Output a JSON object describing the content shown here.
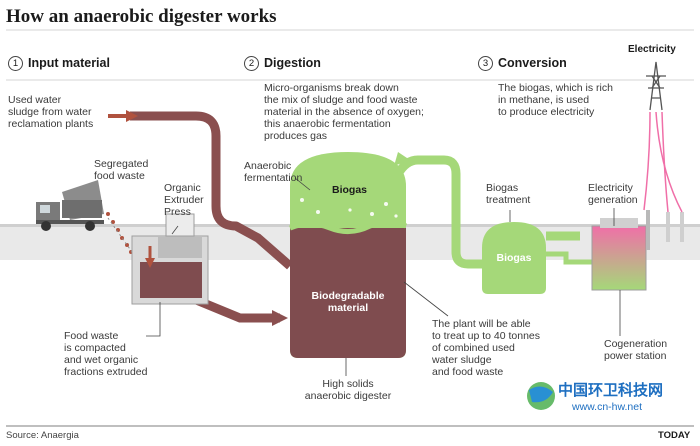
{
  "title": "How an anaerobic digester works",
  "sections": [
    {
      "num": "1",
      "heading": "Input material"
    },
    {
      "num": "2",
      "heading": "Digestion"
    },
    {
      "num": "3",
      "heading": "Conversion"
    }
  ],
  "labels": {
    "used_water": "Used water\nsludge from water\nreclamation plants",
    "segregated": "Segregated\nfood waste",
    "organic_press": "Organic\nExtruder\nPress",
    "food_waste_compacted": "Food waste\nis compacted\nand wet organic\nfractions extruded",
    "digestion_desc": "Micro-organisms break down\nthe mix of sludge and food waste\nmaterial in the absence of oxygen;\nthis anaerobic fermentation\nproduces gas",
    "anaerobic_fermentation": "Anaerobic\nfermentation",
    "biogas_top": "Biogas",
    "biodegradable": "Biodegradable\nmaterial",
    "high_solids": "High solids\nanaerobic digester",
    "plant_capacity": "The plant will be able\nto treat up to 40 tonnes\nof combined used\nwater sludge\nand food waste",
    "conversion_desc": "The biogas, which is rich\nin methane, is used\nto produce electricity",
    "biogas_treatment": "Biogas\ntreatment",
    "biogas_tank": "Biogas",
    "electricity_generation": "Electricity\ngeneration",
    "electricity": "Electricity",
    "cogeneration": "Cogeneration\npower station"
  },
  "footer": {
    "source": "Source: Anaergia",
    "brand": "TODAY"
  },
  "watermark": {
    "name": "中国环卫科技网",
    "url": "www.cn-hw.net"
  },
  "colors": {
    "pipe_brown": "#8a4f4f",
    "gas_green": "#a5d879",
    "material": "#7f4c4f",
    "arrow": "#b0523e",
    "pink": "#f06fa8"
  }
}
